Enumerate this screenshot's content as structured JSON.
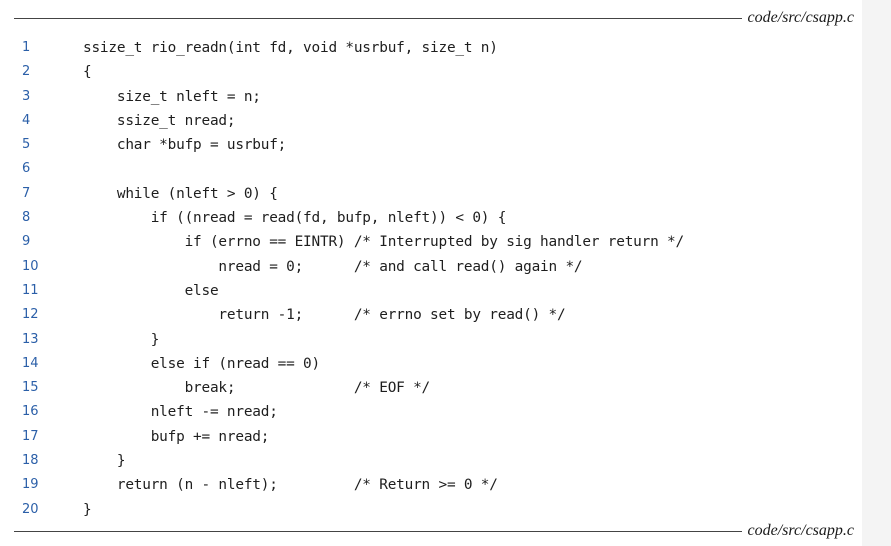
{
  "header": {
    "file_label": "code/src/csapp.c"
  },
  "footer": {
    "file_label": "code/src/csapp.c"
  },
  "code": {
    "lines": [
      {
        "number": "1",
        "text": "ssize_t rio_readn(int fd, void *usrbuf, size_t n)"
      },
      {
        "number": "2",
        "text": "{"
      },
      {
        "number": "3",
        "text": "    size_t nleft = n;"
      },
      {
        "number": "4",
        "text": "    ssize_t nread;"
      },
      {
        "number": "5",
        "text": "    char *bufp = usrbuf;"
      },
      {
        "number": "6",
        "text": ""
      },
      {
        "number": "7",
        "text": "    while (nleft > 0) {"
      },
      {
        "number": "8",
        "text": "        if ((nread = read(fd, bufp, nleft)) < 0) {"
      },
      {
        "number": "9",
        "text": "            if (errno == EINTR) /* Interrupted by sig handler return */"
      },
      {
        "number": "10",
        "text": "                nread = 0;      /* and call read() again */"
      },
      {
        "number": "11",
        "text": "            else"
      },
      {
        "number": "12",
        "text": "                return -1;      /* errno set by read() */"
      },
      {
        "number": "13",
        "text": "        }"
      },
      {
        "number": "14",
        "text": "        else if (nread == 0)"
      },
      {
        "number": "15",
        "text": "            break;              /* EOF */"
      },
      {
        "number": "16",
        "text": "        nleft -= nread;"
      },
      {
        "number": "17",
        "text": "        bufp += nread;"
      },
      {
        "number": "18",
        "text": "    }"
      },
      {
        "number": "19",
        "text": "    return (n - nleft);         /* Return >= 0 */"
      },
      {
        "number": "20",
        "text": "}"
      }
    ]
  }
}
